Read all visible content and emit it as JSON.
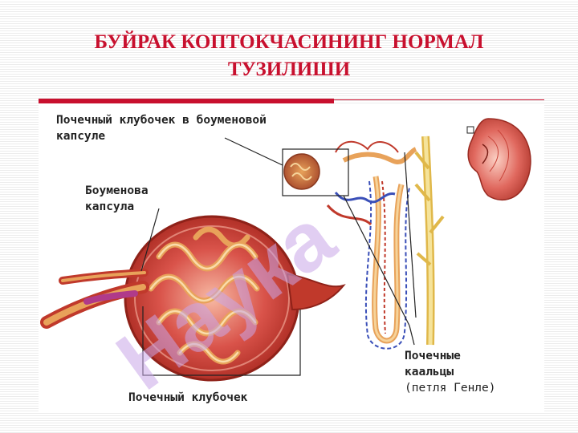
{
  "slide": {
    "title_line1": "БУЙРАК КОПТОКЧАСИНИНГ НОРМАЛ",
    "title_line2": "ТУЗИЛИШИ"
  },
  "figure": {
    "labels": {
      "glomerulus_in_capsule_line1": "Почечный клубочек в боуменовой",
      "glomerulus_in_capsule_line2": "капсуле",
      "bowman_capsule_line1": "Боуменова",
      "bowman_capsule_line2": "капсула",
      "renal_tubules_line1": "Почечные",
      "renal_tubules_line2": "каальцы",
      "renal_tubules_line3": "(петля Генле)",
      "glomerulus": "Почечный клубочек"
    }
  },
  "watermark": {
    "text": "Наука"
  },
  "colors": {
    "title": "#c8102e",
    "accent_rule": "#c8102e",
    "watermark": "#c9a6e8",
    "watermark_dark": "#8c8c8c",
    "capsule": "#c0392b",
    "tubule": "#e8a25a",
    "vein": "#3a4fb8",
    "duct": "#f0d06a"
  }
}
